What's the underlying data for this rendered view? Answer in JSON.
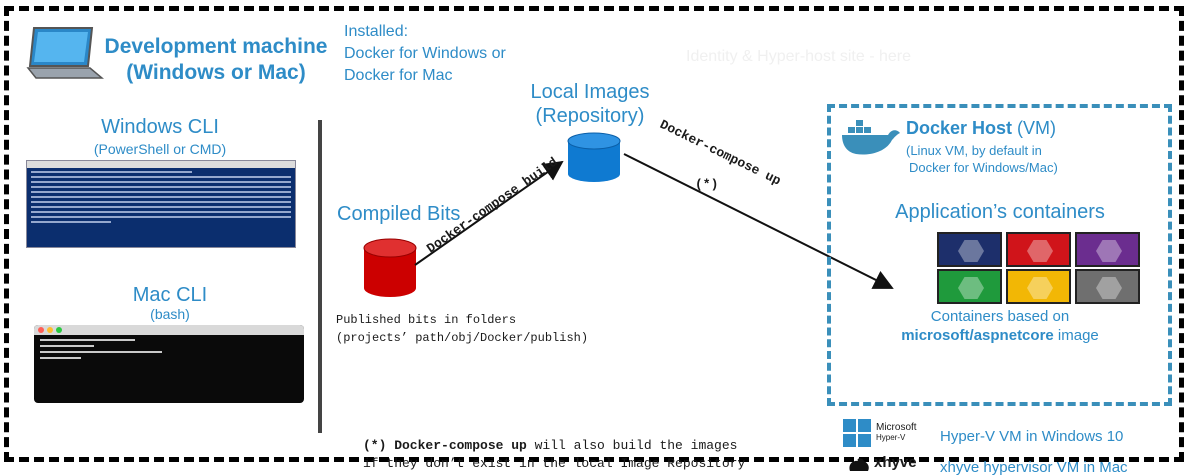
{
  "dev_machine": {
    "title_line1": "Development machine",
    "title_line2": "(Windows or Mac)",
    "installed_label": "Installed:",
    "installed_line1": "Docker for Windows or",
    "installed_line2": "Docker for Mac"
  },
  "faded_text": "Identity & Hyper-host site - here",
  "windows_cli": {
    "title": "Windows CLI",
    "subtitle": "(PowerShell or CMD)"
  },
  "mac_cli": {
    "title": "Mac CLI",
    "subtitle": "(bash)"
  },
  "compiled_bits": {
    "title": "Compiled Bits",
    "note_line1": "Published bits in folders",
    "note_line2": "(projects’ path/obj/Docker/publish)"
  },
  "local_images": {
    "title_line1": "Local Images",
    "title_line2": "(Repository)"
  },
  "arrows": {
    "build_label": "Docker-compose build",
    "up_label": "Docker-compose up",
    "asterisk": "(*)"
  },
  "docker_host": {
    "title_bold": "Docker Host",
    "title_suffix": " (VM)",
    "desc_line1": "(Linux VM, by default in",
    "desc_line2": "Docker for Windows/Mac)",
    "containers_title": "Application’s containers",
    "based_line1": "Containers based on",
    "based_bold": "microsoft/aspnetcore",
    "based_suffix": " image"
  },
  "containers": {
    "colors": [
      "#1d2f6b",
      "#d0141a",
      "#6b2d8f",
      "#1f9a3c",
      "#f2b705",
      "#6f6f6f"
    ]
  },
  "footnote": {
    "line1_bold": "(*) Docker-compose up",
    "line1_rest": " will also build the images",
    "line2": "if they don’t exist in the local Image Repository"
  },
  "platforms": {
    "hyperv_logo_line1": "Microsoft",
    "hyperv_logo_line2": "Hyper-V",
    "hyperv_label": "Hyper-V VM in Windows 10",
    "xhyve_logo": "xhyve",
    "xhyve_label": "xhyve hypervisor VM in Mac"
  },
  "colors": {
    "accent_blue": "#2e8cc7",
    "database_red": "#cc0000",
    "database_blue": "#0f7ad1"
  }
}
